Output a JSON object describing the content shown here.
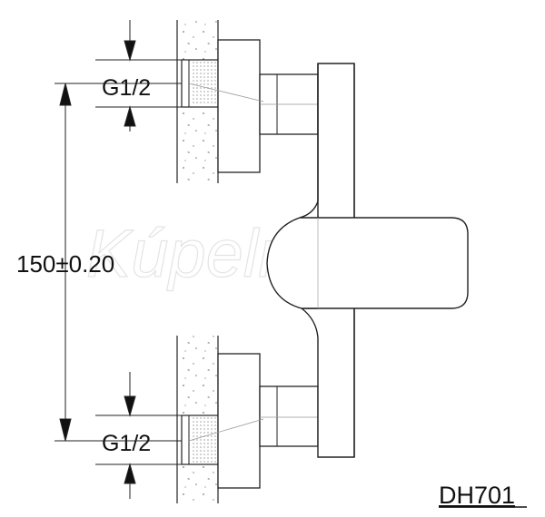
{
  "diagram": {
    "dimension_total": "150±0.20",
    "thread_top": "G1/2",
    "thread_bottom": "G1/2",
    "model_code": "DH701",
    "watermark": "KúpelneSK"
  }
}
